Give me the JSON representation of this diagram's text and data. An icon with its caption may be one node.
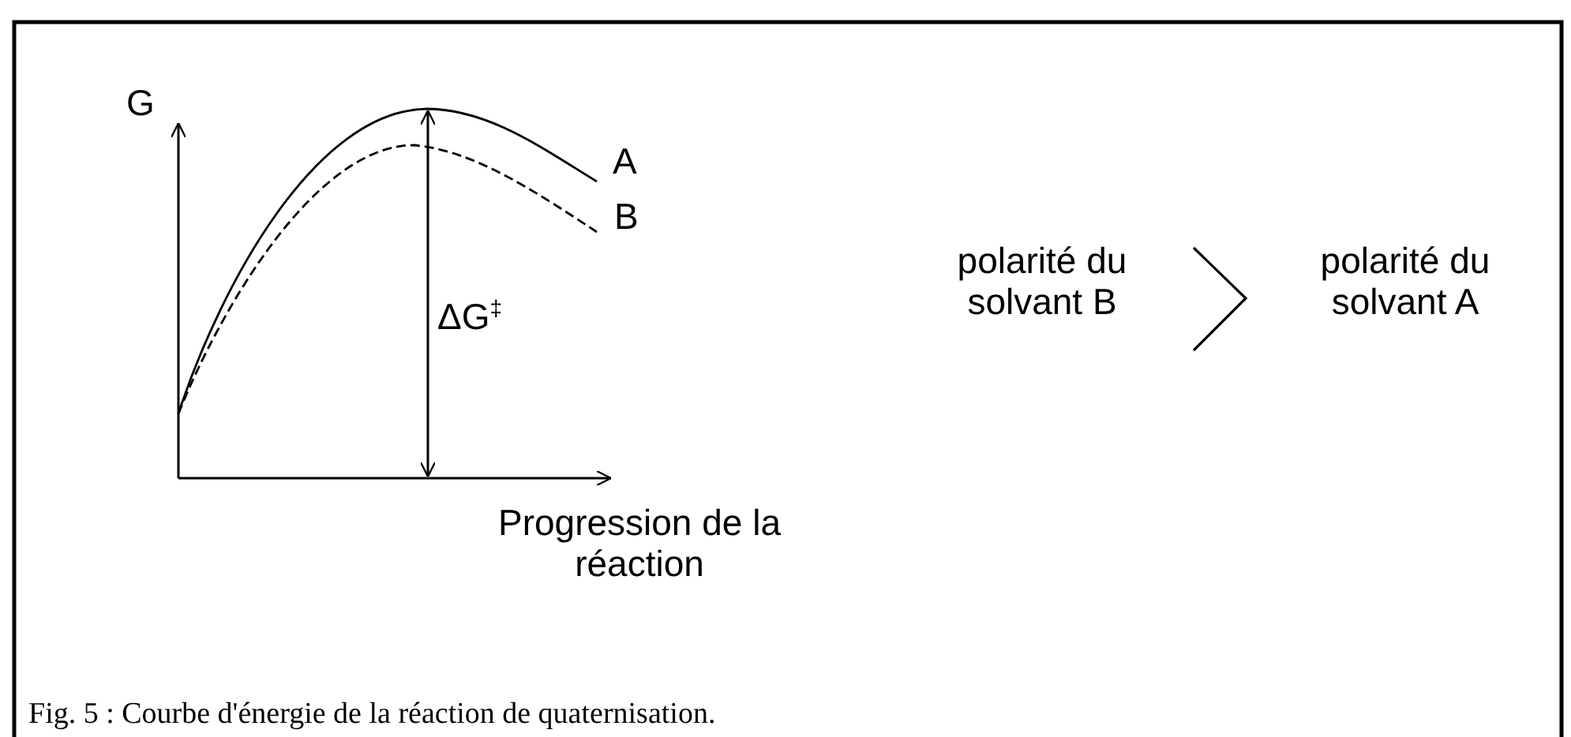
{
  "diagram": {
    "caption": "Fig. 5 : Courbe d'énergie de la réaction de quaternisation.",
    "labels": [
      "G",
      "A",
      "B",
      "ΔG$^{‡}$",
      "Progression de la réaction",
      "polarité du solvant B",
      "polarité du solvant A"
    ]
  }
}
